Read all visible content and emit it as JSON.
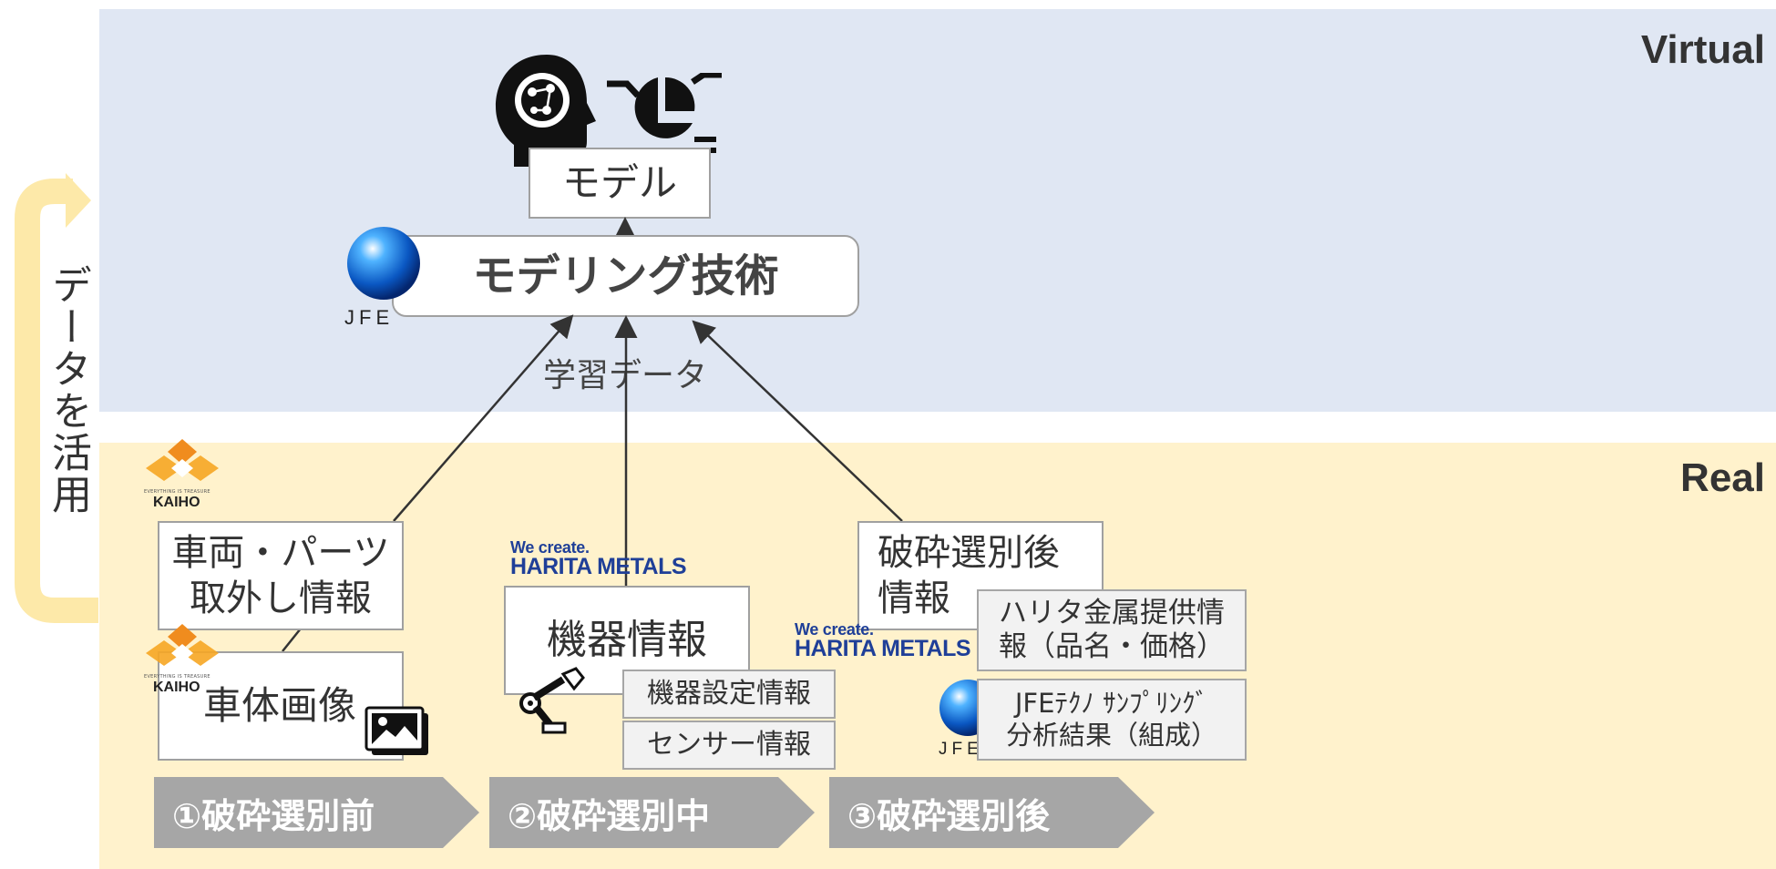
{
  "bands": {
    "virtual": "Virtual",
    "real": "Real"
  },
  "cycle_label": "データを活用",
  "model_box": "モデル",
  "modeling_box": "モデリング技術",
  "training_data": "学習データ",
  "logos": {
    "jfe": "JFE",
    "kaiho": "KAIHO",
    "kaiho_tagline": "EVERYTHING IS TREASURE",
    "harita_top": "We create.",
    "harita_bottom": "HARITA METALS"
  },
  "boxes": {
    "vehicle_parts": [
      "車両・パーツ",
      "取外し情報"
    ],
    "body_image": "車体画像",
    "equipment": "機器情報",
    "equipment_settings": "機器設定情報",
    "sensor": "センサー情報",
    "after_crush": [
      "破砕選別後",
      "情報"
    ],
    "harita_info": [
      "ハリタ金属提供情",
      "報（品名・価格）"
    ],
    "jfe_techno": [
      "JFEﾃｸﾉ ｻﾝﾌﾟﾘﾝｸﾞ",
      "分析結果（組成）"
    ]
  },
  "stages": [
    "①破砕選別前",
    "②破砕選別中",
    "③破砕選別後"
  ],
  "colors": {
    "virtual_bg": "#e0e7f3",
    "real_bg": "#fff2cc",
    "stage_gray": "#a6a6a6",
    "arrow_yellow": "#fde9a9",
    "harita_blue": "#1f3f98",
    "kaiho_orange": "#f08c1e"
  }
}
